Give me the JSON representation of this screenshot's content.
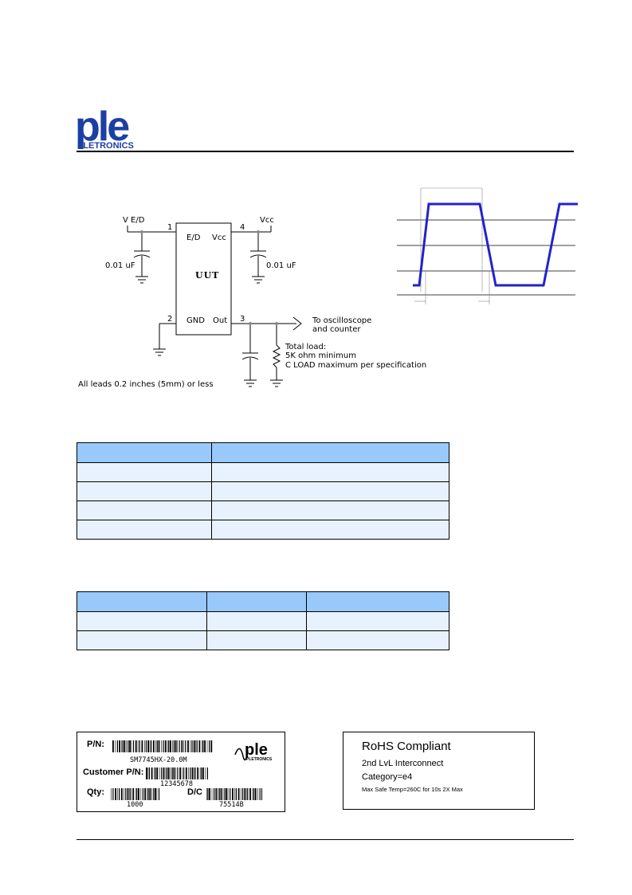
{
  "logo": {
    "text": "ple",
    "subtext": "PLETRONICS",
    "color": "#1c3fa4"
  },
  "schematic": {
    "v_ed": "V E/D",
    "vcc_top": "Vcc",
    "cap_left": "0.01 uF",
    "cap_right": "0.01 uF",
    "pin1": "1",
    "pin2": "2",
    "pin3": "3",
    "pin4": "4",
    "uut": "UUT",
    "pin_ed": "E/D",
    "pin_vcc": "Vcc",
    "pin_gnd": "GND",
    "pin_out": "Out",
    "to_scope_1": "To oscilloscope",
    "to_scope_2": "and counter",
    "total_load_1": "Total load:",
    "total_load_2": "5K ohm minimum",
    "total_load_3": "C LOAD maximum per specification",
    "leads_note": "All leads 0.2 inches (5mm) or less"
  },
  "waveform": {
    "line_color": "#2222cc"
  },
  "table1": {
    "rows": 4,
    "cols": 2
  },
  "table2": {
    "rows": 2,
    "cols": 3
  },
  "label": {
    "pn_label": "P/N:",
    "pn_value": "SM7745HX-20.0M",
    "customer_label": "Customer P/N:",
    "customer_value": "12345678",
    "qty_label": "Qty:",
    "qty_value": "1000",
    "dc_label": "D/C",
    "dc_value": "75514B",
    "logo_text": "ple",
    "logo_sub": "PLETRONICS"
  },
  "rohs": {
    "title": "RoHS Compliant",
    "line1": "2nd LvL Interconnect",
    "line2": "Category=e4",
    "line3": "Max Safe Temp=260C for 10s  2X Max"
  }
}
